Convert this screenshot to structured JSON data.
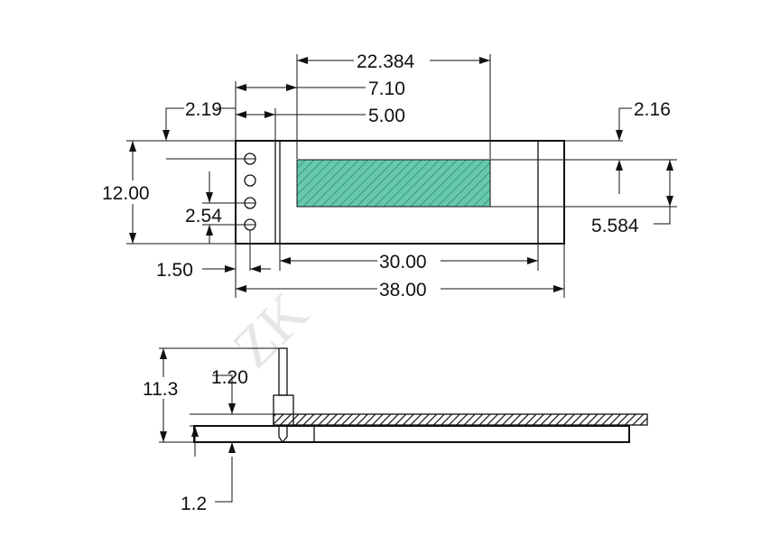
{
  "watermark": "ZK",
  "colors": {
    "display_area": "#66c9ad",
    "hatch": "#2f7f68",
    "line": "#111111"
  },
  "top_view": {
    "dims": {
      "d22_384": "22.384",
      "d7_10": "7.10",
      "d5_00": "5.00",
      "d2_19": "2.19",
      "d2_16": "2.16",
      "d12_00": "12.00",
      "d2_54": "2.54",
      "d5_584": "5.584",
      "d1_50": "1.50",
      "d30_00": "30.00",
      "d38_00": "38.00"
    },
    "pin_count": 4
  },
  "side_view": {
    "dims": {
      "d11_3": "11.3",
      "d1_20": "1.20",
      "d1_2": "1.2"
    }
  }
}
